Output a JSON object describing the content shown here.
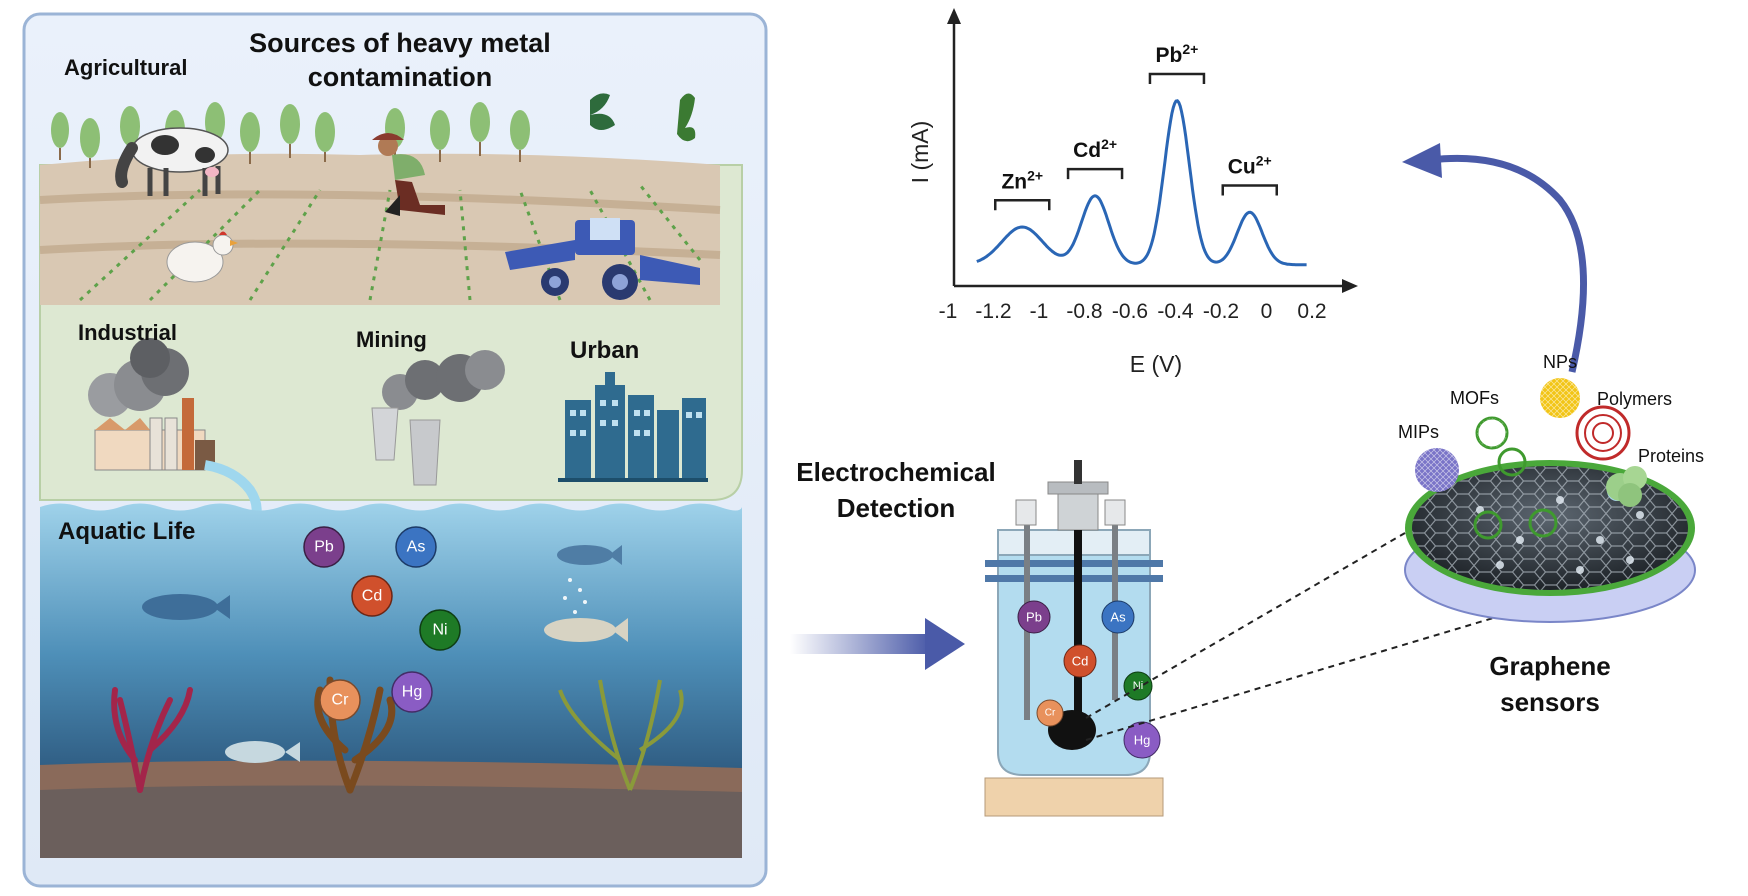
{
  "left_panel": {
    "title": "Sources of heavy metal contamination",
    "sources": [
      "Agricultural",
      "Industrial",
      "Mining",
      "Urban"
    ],
    "aquatic_label": "Aquatic Life",
    "ions": [
      {
        "label": "Pb",
        "color": "#7b3f8c"
      },
      {
        "label": "As",
        "color": "#3b74c2"
      },
      {
        "label": "Cd",
        "color": "#d0502c"
      },
      {
        "label": "Ni",
        "color": "#1e7a26"
      },
      {
        "label": "Cr",
        "color": "#e8915c"
      },
      {
        "label": "Hg",
        "color": "#8a5cc4"
      }
    ]
  },
  "center": {
    "detection_label": "Electrochemical Detection",
    "cell_ions": [
      "Pb",
      "As",
      "Cd",
      "Ni",
      "Cr",
      "Hg"
    ]
  },
  "sensor": {
    "label": "Graphene sensors",
    "materials": [
      "NPs",
      "MOFs",
      "Polymers",
      "MIPs",
      "Proteins"
    ]
  },
  "chart_data": {
    "type": "line",
    "xlabel": "E (V)",
    "ylabel": "I (mA)",
    "xlim": [
      -1.4,
      0.2
    ],
    "x_ticks": [
      "-1",
      "-1.2",
      "-1",
      "-0.8",
      "-0.6",
      "-0.4",
      "-0.2",
      "0",
      "0.2"
    ],
    "peaks": [
      {
        "name": "Zn",
        "charge": "2+",
        "x": -1.1,
        "height": 0.23
      },
      {
        "name": "Cd",
        "charge": "2+",
        "x": -0.78,
        "height": 0.42
      },
      {
        "name": "Pb",
        "charge": "2+",
        "x": -0.42,
        "height": 1.0
      },
      {
        "name": "Cu",
        "charge": "2+",
        "x": -0.1,
        "height": 0.32
      }
    ],
    "line_color": "#2a66b5"
  }
}
